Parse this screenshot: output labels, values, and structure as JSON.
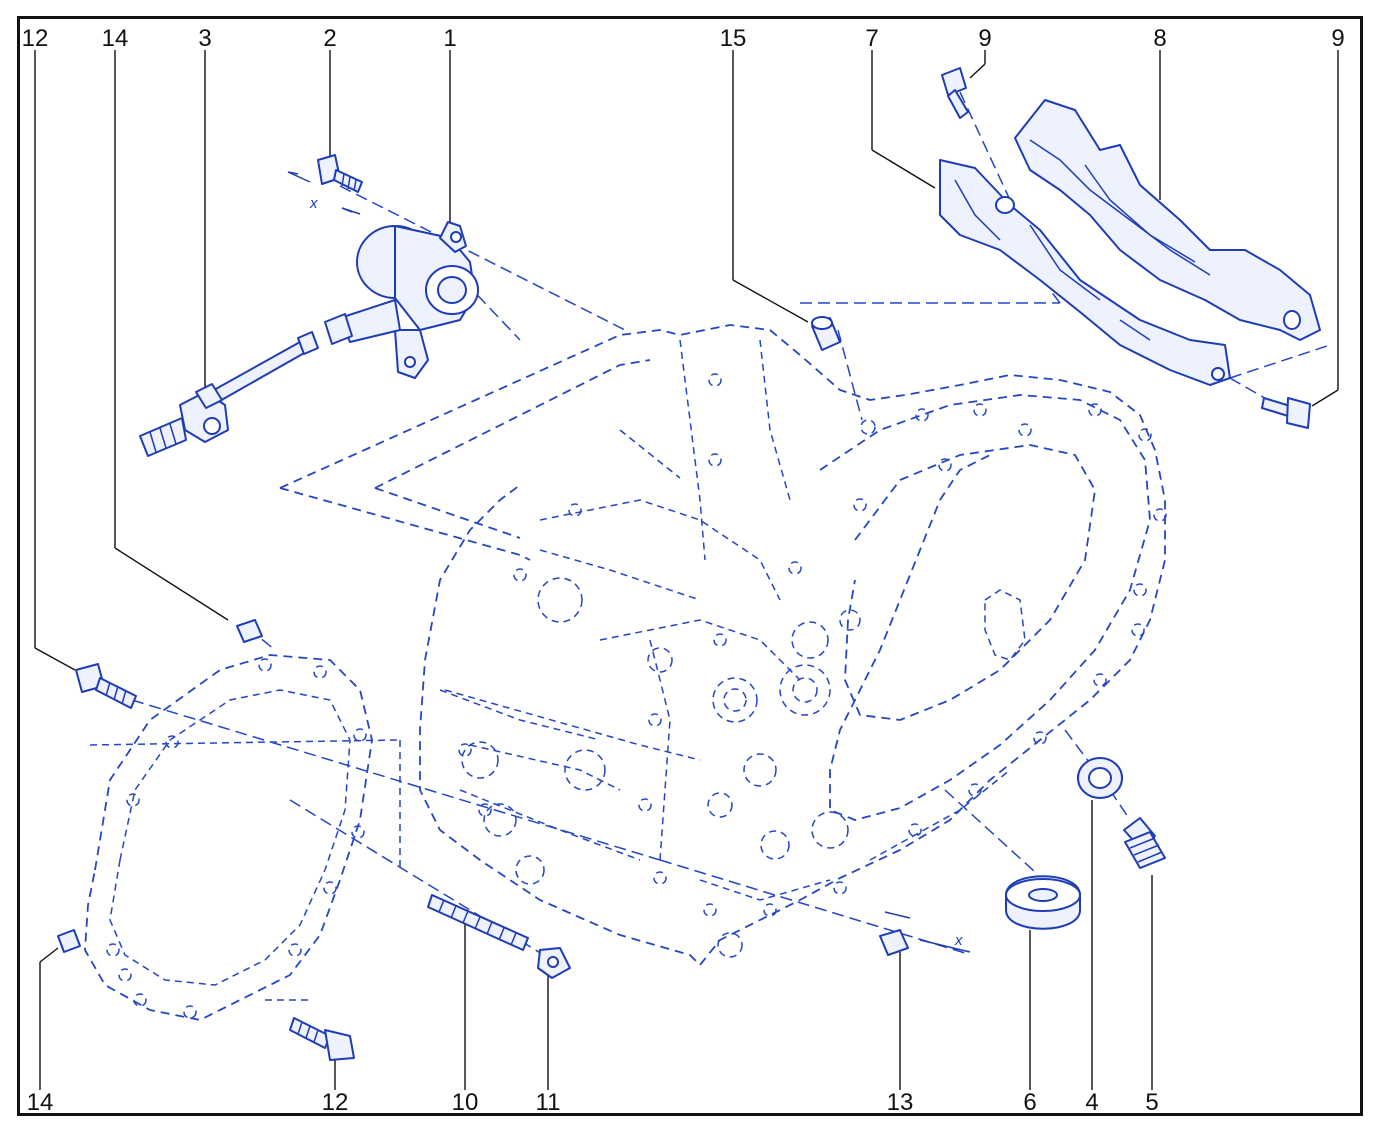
{
  "callouts": {
    "c12_top": "12",
    "c14_top": "14",
    "c3": "3",
    "c2": "2",
    "c1": "1",
    "c15": "15",
    "c7": "7",
    "c9_top": "9",
    "c8": "8",
    "c9_right": "9",
    "c14_bottom": "14",
    "c12_bottom": "12",
    "c10": "10",
    "c11": "11",
    "c13": "13",
    "c6": "6",
    "c4": "4",
    "c5": "5"
  },
  "dimension_marks": {
    "x_top": "x",
    "x_bottom": "x"
  },
  "colors": {
    "line_art": "#2446c2",
    "labels": "#111111",
    "frame": "#111111"
  }
}
